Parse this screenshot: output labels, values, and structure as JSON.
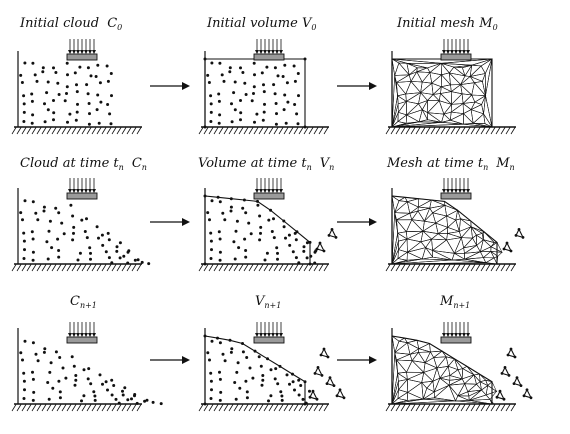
{
  "labels": {
    "row0": [
      {
        "text": "Initial cloud",
        "sym": "C",
        "sub": "0"
      },
      {
        "text": "Initial volume",
        "sym": "V",
        "sub": "0"
      },
      {
        "text": "Initial mesh",
        "sym": "M",
        "sub": "0"
      }
    ],
    "row1": [
      {
        "text": "Cloud at time",
        "t": "t",
        "tsub": "n",
        "sym": "C",
        "sub": "n"
      },
      {
        "text": "Volume at time",
        "t": "t",
        "tsub": "n",
        "sym": "V",
        "sub": "n"
      },
      {
        "text": "Mesh at time",
        "t": "t",
        "tsub": "n",
        "sym": "M",
        "sub": "n"
      }
    ],
    "row2": [
      {
        "sym": "C",
        "sub": "n+1"
      },
      {
        "sym": "V",
        "sub": "n+1"
      },
      {
        "sym": "M",
        "sub": "n+1"
      }
    ]
  },
  "colors": {
    "ink": "#111111",
    "plate": "#9a9a9a"
  }
}
